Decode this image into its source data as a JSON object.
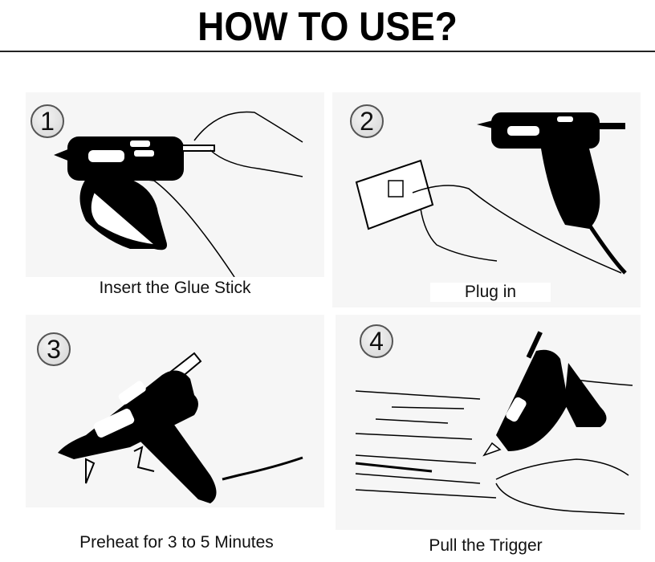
{
  "header": {
    "title": "HOW TO USE?"
  },
  "steps": [
    {
      "number": "1",
      "caption": "Insert the Glue Stick",
      "illustration": "hand-inserting-glue-stick-into-glue-gun"
    },
    {
      "number": "2",
      "caption": "Plug in",
      "illustration": "hand-plugging-into-wall-socket-with-glue-gun"
    },
    {
      "number": "3",
      "caption": "Preheat for 3 to 5 Minutes",
      "illustration": "glue-gun-on-stand-with-cord"
    },
    {
      "number": "4",
      "caption": "Pull the Trigger",
      "illustration": "hand-applying-glue-to-wood"
    }
  ],
  "colors": {
    "ink": "#000000",
    "panel_bg": "#f6f6f6",
    "badge_fill": "#d8d8d8"
  }
}
